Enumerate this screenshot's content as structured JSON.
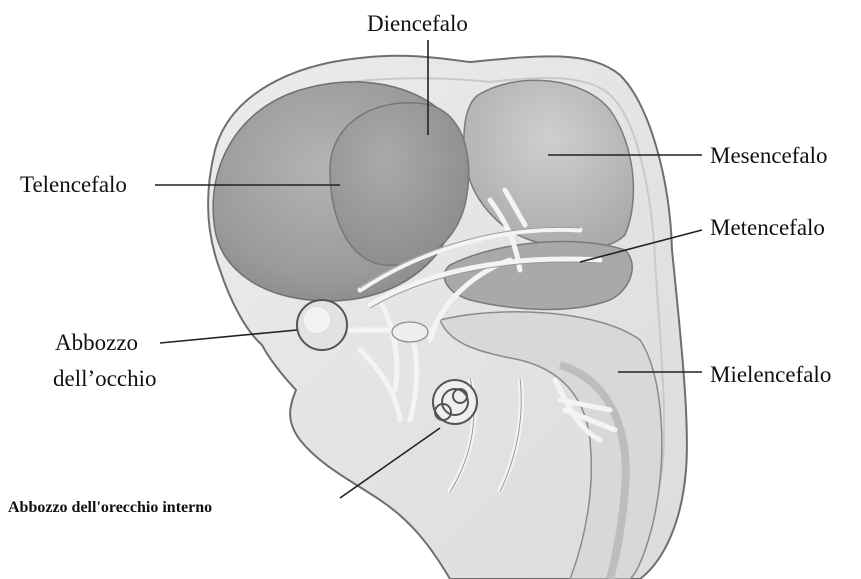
{
  "labels": {
    "diencefalo": "Diencefalo",
    "mesencefalo": "Mesencefalo",
    "telencefalo": "Telencefalo",
    "metencefalo": "Metencefalo",
    "abbozzo_occhio_line1": "Abbozzo",
    "abbozzo_occhio_line2": "dell’occhio",
    "mielencefalo": "Mielencefalo",
    "abbozzo_orecchio": "Abbozzo dell'orecchio interno"
  },
  "colors": {
    "outline": "#6f6f6f",
    "skin": "#e6e6e6",
    "brain_dark": "#9c9c9c",
    "brain_mid": "#b9b9b9",
    "nerve": "#f4f4f4",
    "text": "#111111"
  }
}
